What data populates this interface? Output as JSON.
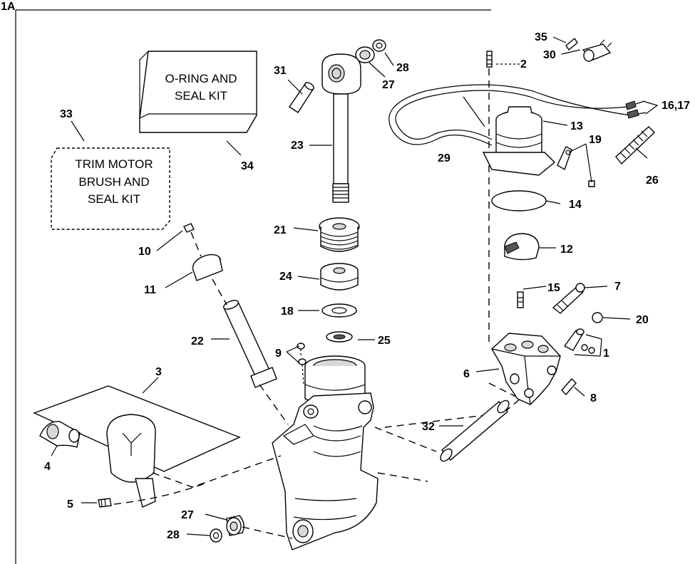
{
  "figure_tag": "1A",
  "kits": {
    "oring_seal": [
      "O-RING AND",
      "SEAL KIT"
    ],
    "trim_motor": [
      "TRIM MOTOR",
      "BRUSH AND",
      "SEAL KIT"
    ]
  },
  "callouts": {
    "c1": "1",
    "c2": "2",
    "c3": "3",
    "c4": "4",
    "c5": "5",
    "c6": "6",
    "c7": "7",
    "c8": "8",
    "c9": "9",
    "c10": "10",
    "c11": "11",
    "c12": "12",
    "c13": "13",
    "c14": "14",
    "c15": "15",
    "c16_17": "16,17",
    "c18": "18",
    "c19": "19",
    "c20": "20",
    "c21": "21",
    "c22": "22",
    "c23": "23",
    "c24": "24",
    "c25": "25",
    "c26": "26",
    "c27a": "27",
    "c27b": "27",
    "c28a": "28",
    "c28b": "28",
    "c29": "29",
    "c30": "30",
    "c31": "31",
    "c32": "32",
    "c33": "33",
    "c34": "34",
    "c35": "35"
  }
}
